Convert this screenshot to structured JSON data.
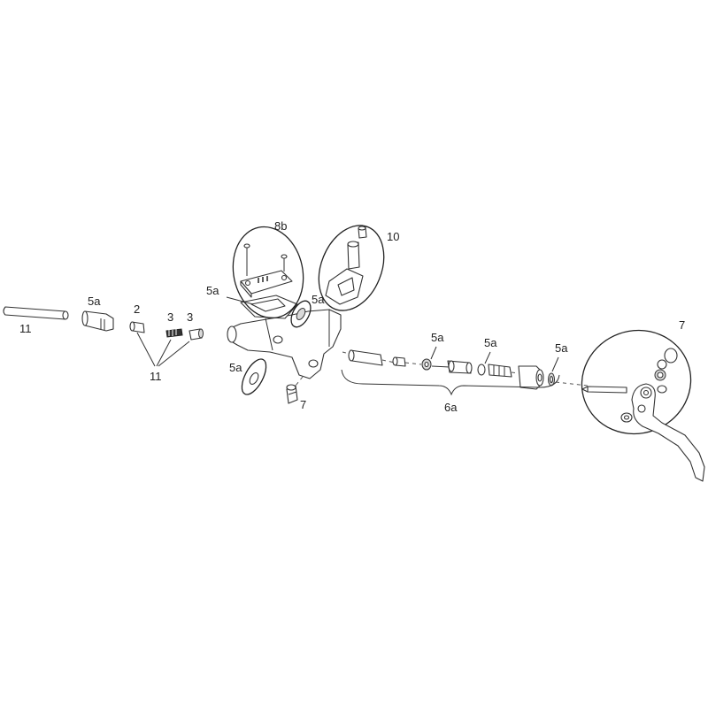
{
  "diagram": {
    "type": "exploded-parts",
    "callouts": {
      "rod": "11",
      "boot": "5a",
      "part2": "2",
      "part3a": "3",
      "part3b": "3",
      "group11": "11",
      "cap_group": "8b",
      "cap_seal": "5a",
      "bleed_group": "10",
      "side_seal": "5a",
      "bottom_seal": "5a",
      "bolt": "7",
      "piston_seal1": "5a",
      "piston_seal2": "5a",
      "piston_seal3": "5a",
      "piston_group": "6a",
      "lever_group": "7"
    }
  }
}
